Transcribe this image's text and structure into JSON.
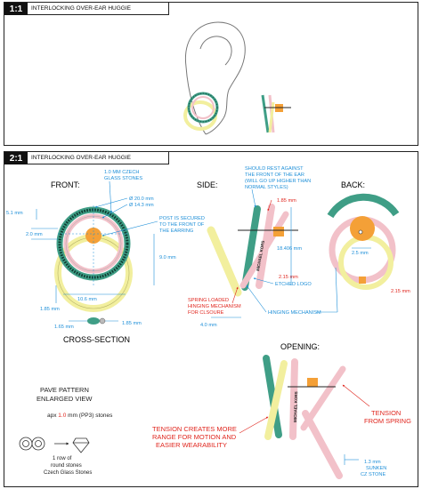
{
  "panel1": {
    "scale": "1:1",
    "title": "INTERLOCKING OVER-EAR HUGGIE"
  },
  "panel2": {
    "scale": "2:1",
    "title": "INTERLOCKING OVER-EAR HUGGIE",
    "views": {
      "front": "FRONT:",
      "side": "SIDE:",
      "back": "BACK:",
      "cross_section": "CROSS-SECTION",
      "opening": "OPENING:"
    },
    "front_notes": {
      "czech_stones": [
        "1.0 MM CZECH",
        "GLASS STONES"
      ],
      "dia_outer": "Ø 20.0 mm",
      "dia_inner": "Ø 14.3 mm",
      "post_note": [
        "POST IS SECURED",
        "TO THE FRONT OF",
        "THE EARRING"
      ],
      "dim_5_1": "5.1 mm",
      "dim_2_0": "2.0 mm",
      "dim_9_0": "9.0 mm",
      "dim_10_6": "10.6 mm",
      "dim_1_85": "1.85 mm",
      "dim_1_65": "1.65 mm",
      "dim_1_85_cs": "1.85 mm"
    },
    "side_notes": {
      "rest_note": [
        "SHOULD REST AGAINST",
        "THE FRONT OF THE EAR",
        "(WILL GO UP HIGHER THAN",
        "NORMAL STYLES)"
      ],
      "dim_1_85": "1.85 mm",
      "dim_18_406": "18.406 mm",
      "dim_2_15": "2.15 mm",
      "spring_note": [
        "SPRING LOADED",
        "HINGING MECHANISM",
        "FOR CLSOURE"
      ],
      "etched_logo": "ETCHED LOGO",
      "hinging": "HINGING MECHANISM",
      "dim_4_0": "4.0 mm",
      "logo_text": "MICHAEL KORS"
    },
    "back_notes": {
      "dim_2_5": "2.5 mm",
      "dim_2_15": "2.15 mm"
    },
    "pave": {
      "title": [
        "PAVE PATTERN",
        "ENLARGED VIEW"
      ],
      "apx_prefix": "apx",
      "apx_value": "1.0",
      "apx_suffix": "mm (PP3) stones",
      "row_note": [
        "1 row of",
        "round stones",
        "Czech Glass Stones"
      ]
    },
    "opening_notes": {
      "tension_more": [
        "TENSION CREATES MORE",
        "RANGE FOR MOTION AND",
        "EASIER WEARABILITY"
      ],
      "tension_spring": [
        "TENSION",
        "FROM SPRING"
      ],
      "sunken": [
        "1.3 mm",
        "SUNKEN",
        "CZ STONE"
      ]
    }
  },
  "colors": {
    "blue_note": "#1e8fd8",
    "red_note": "#e0261e",
    "green_ring": "#3f9e86",
    "pink_ring": "#f2c1c9",
    "yellow_ring": "#f2ef9e",
    "orange_post": "#f4a037"
  }
}
